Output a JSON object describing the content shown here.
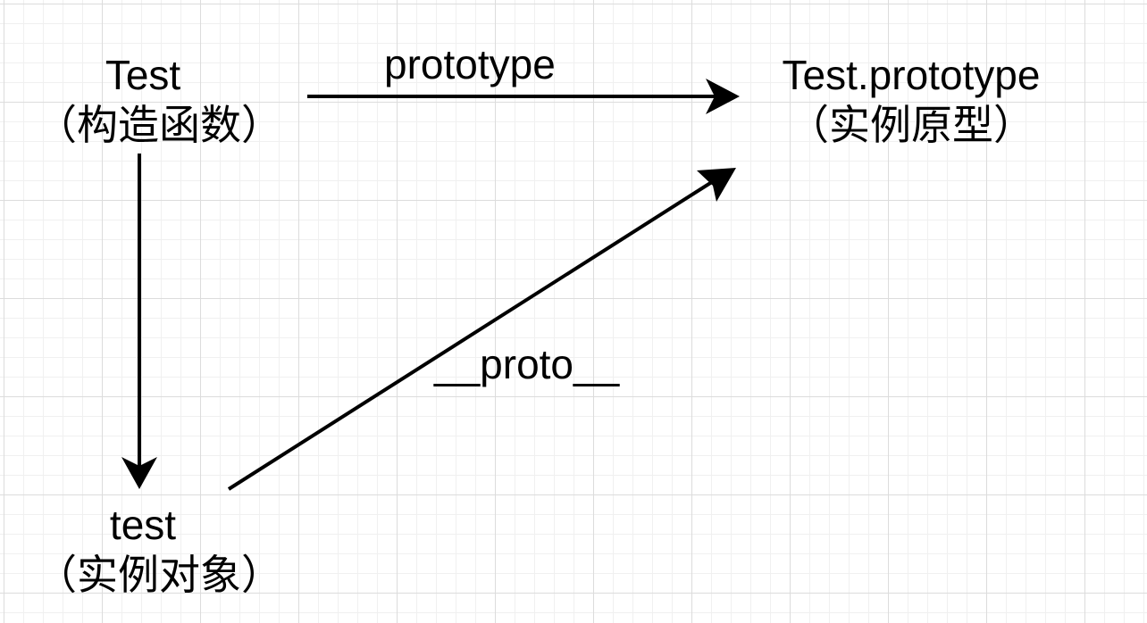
{
  "nodes": {
    "constructor": {
      "name": "Test",
      "desc": "（构造函数）"
    },
    "prototype_obj": {
      "name": "Test.prototype",
      "desc": "（实例原型）"
    },
    "instance": {
      "name": "test",
      "desc": "（实例对象）"
    }
  },
  "edges": {
    "prototype": {
      "label": "prototype"
    },
    "proto": {
      "label": "__proto__"
    }
  },
  "colors": {
    "stroke": "#000000",
    "grid_major": "#dcdcdc",
    "grid_minor": "#f0f0f0"
  }
}
